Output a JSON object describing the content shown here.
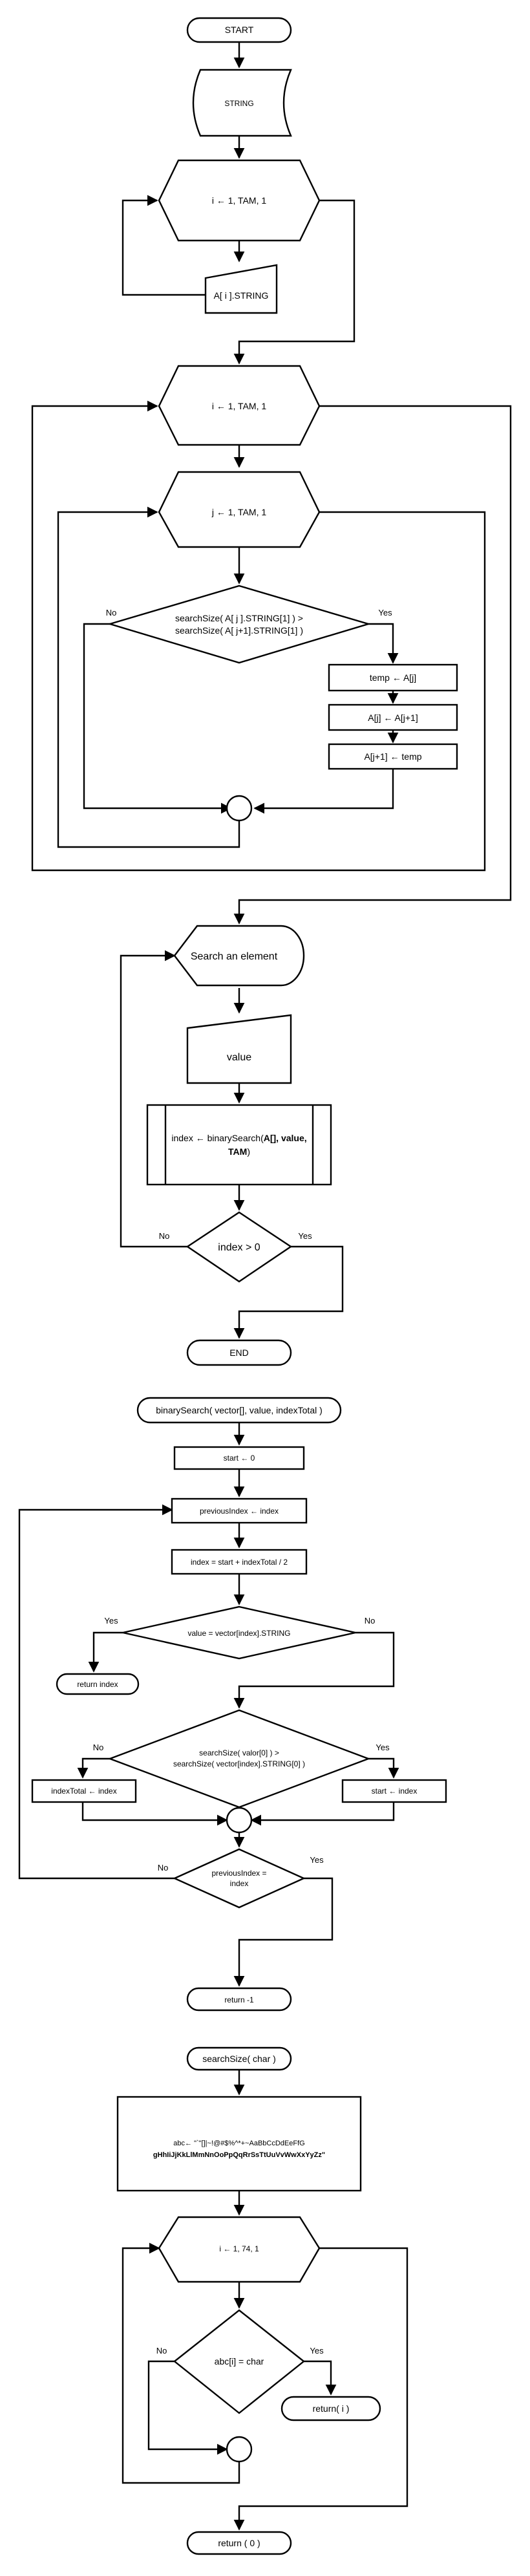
{
  "main": {
    "start": "START",
    "input": "STRING",
    "loop_read": "i ← 1, TAM, 1",
    "read_out": "A[ i ].STRING",
    "loop_i": "i ← 1, TAM, 1",
    "loop_j": "j ← 1, TAM, 1",
    "cond_line1": "searchSize( A[ j ].STRING[1] ) >",
    "cond_line2": "searchSize( A[ j+1].STRING[1] )",
    "no": "No",
    "yes": "Yes",
    "swap1": "temp ← A[j]",
    "swap2": "A[j] ← A[j+1]",
    "swap3": "A[j+1] ← temp",
    "search": "Search an element",
    "value": "value",
    "call_a": "index ← binarySearch(",
    "call_b": "A[], value,",
    "call_c": "TAM",
    "call_d": ")",
    "cond_index": "index > 0",
    "end": "END"
  },
  "binary": {
    "title": "binarySearch( vector[], value, indexTotal )",
    "s1": "start ← 0",
    "s2": "previousIndex ← index",
    "s3": "index = start + indexTotal / 2",
    "cond1": "value = vector[index].STRING",
    "yes": "Yes",
    "no": "No",
    "ret_index": "return index",
    "cond2_line1": "searchSize( valor[0] ) >",
    "cond2_line2": "searchSize( vector[index].STRING[0] )",
    "left_assign": "indexTotal ← index",
    "right_assign": "start ← index",
    "cond3_line1": "previousIndex =",
    "cond3_line2": "index",
    "ret_neg": "return -1"
  },
  "size": {
    "title": "searchSize( char )",
    "abc_line1": "abc← \"`\"[]|~!@#$%^*+~AaBbCcDdEeFfG",
    "abc_line2": "gHhIiJjKkLlMmNnOoPpQqRrSsTtUuVvWwXxYyZz\"",
    "loop": "i ← 1, 74, 1",
    "cond": "abc[i] = char",
    "no": "No",
    "yes": "Yes",
    "ret_i": "return( i )",
    "ret_0": "return ( 0 )"
  }
}
